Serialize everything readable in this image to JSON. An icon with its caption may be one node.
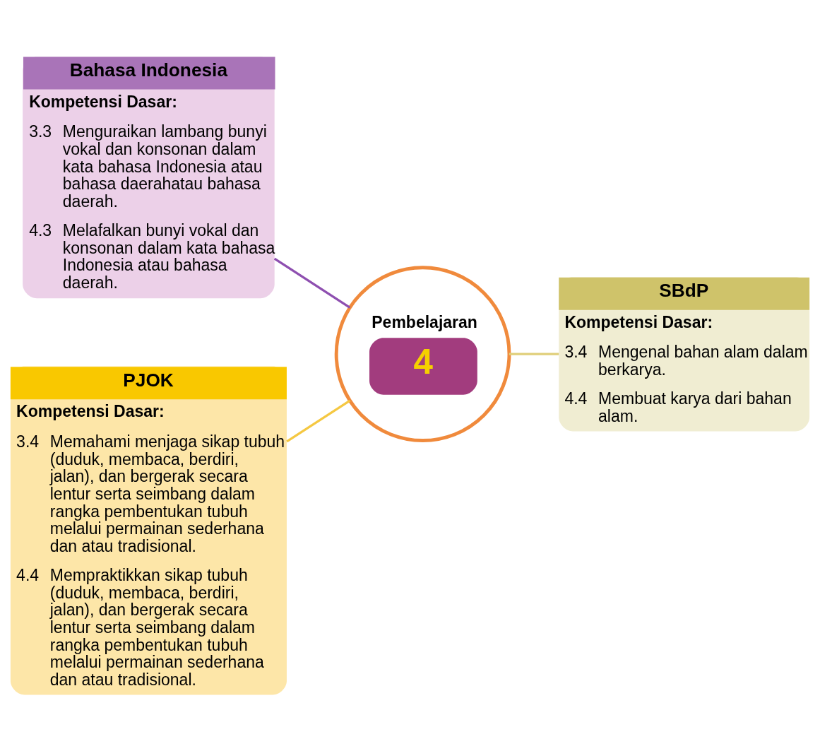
{
  "diagram": {
    "nodes": [
      {
        "text": [
          "Bahasa Indonesia",
          "Kompetensi Dasar:",
          "3.3",
          "Menguraikan lambang bunyi vokal dan konsonan dalam kata bahasa Indonesia atau bahasa daerahatau bahasa daerah.",
          "4.3",
          "Melafalkan bunyi vokal dan konsonan dalam kata bahasa Indonesia atau bahasa daerah."
        ]
      },
      {
        "text": [
          "SBdP",
          "Kompetensi Dasar:",
          "3.4",
          "Mengenal bahan alam dalam berkarya.",
          "4.4",
          "Membuat karya dari bahan alam."
        ]
      },
      {
        "text": [
          "Pembelajaran",
          "4"
        ]
      },
      {
        "text": [
          "PJOK",
          "Kompetensi Dasar:",
          "3.4",
          "Memahami menjaga sikap tubuh (duduk, membaca, berdiri, jalan), dan bergerak secara lentur serta seimbang dalam rangka pembentukan tubuh melalui permainan sederhana dan atau tradisional.",
          "4.4",
          "Mempraktikkan sikap tubuh (duduk, membaca, berdiri, jalan), dan bergerak secara lentur serta seimbang dalam rangka pembentukan tubuh melalui permainan sederhana dan atau tradisional."
        ]
      }
    ],
    "edges": [
      {
        "from": 0,
        "to": 2,
        "arrow": "none",
        "color": "#8e4fb0"
      },
      {
        "from": 2,
        "to": 1,
        "arrow": "none",
        "color": "#e0cf7a"
      },
      {
        "from": 3,
        "to": 2,
        "arrow": "none",
        "color": "#f5c842"
      }
    ]
  }
}
